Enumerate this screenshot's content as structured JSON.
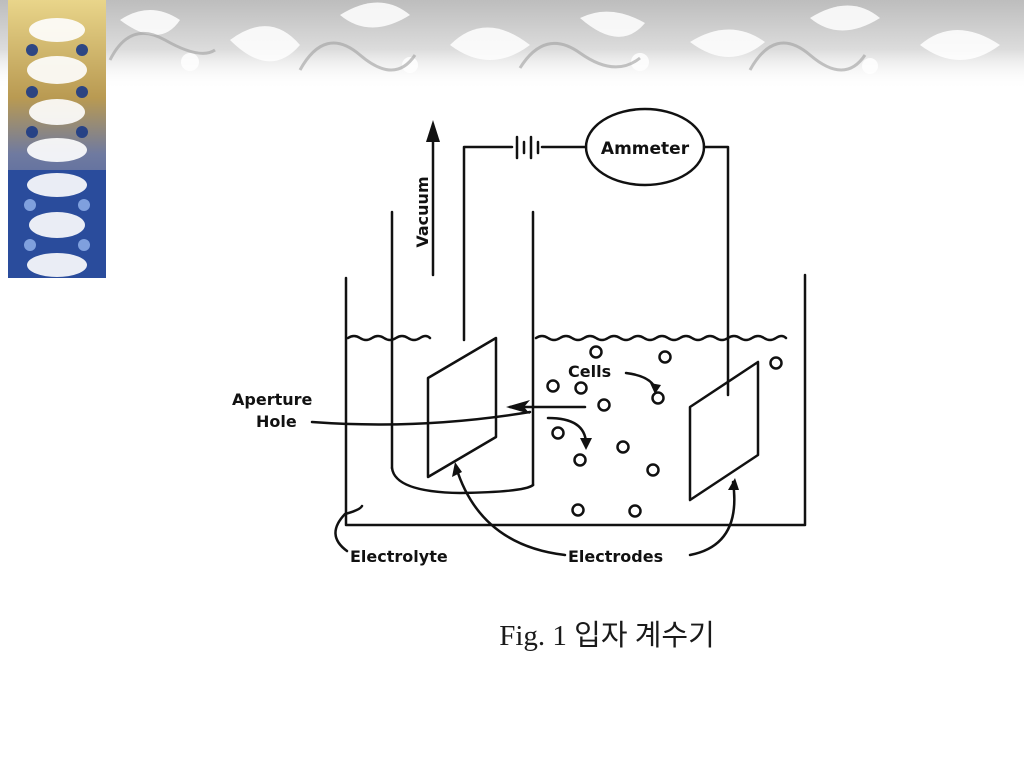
{
  "diagram": {
    "labels": {
      "ammeter": "Ammeter",
      "vacuum": "Vacuum",
      "cells": "Cells",
      "aperture": "Aperture",
      "hole": "Hole",
      "electrolyte": "Electrolyte",
      "electrodes": "Electrodes"
    }
  },
  "caption": {
    "text": "Fig. 1  입자 계수기"
  },
  "colors": {
    "banner_gray": "#c9c9c9",
    "banner_gold": "#c8a24a",
    "banner_blue": "#2c4f9a",
    "ink": "#111111"
  }
}
